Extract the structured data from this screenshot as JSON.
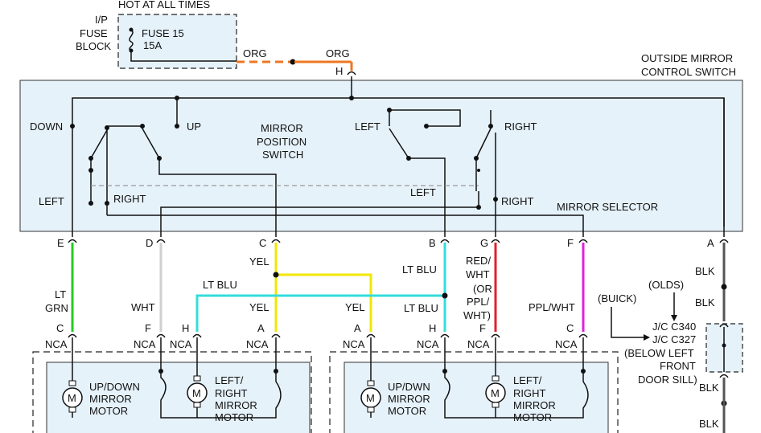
{
  "header": {
    "hot_at_all_times": "HOT AT ALL TIMES"
  },
  "fuse_block": {
    "lines": [
      "I/P",
      "FUSE",
      "BLOCK"
    ],
    "fuse_name": "FUSE 15",
    "fuse_rating": "15A"
  },
  "feed_wire": {
    "left_color": "ORG",
    "right_color": "ORG",
    "terminal": "H"
  },
  "control_switch": {
    "title_line1": "OUTSIDE MIRROR",
    "title_line2": "CONTROL SWITCH",
    "down": "DOWN",
    "up": "UP",
    "position_switch": [
      "MIRROR",
      "POSITION",
      "SWITCH"
    ],
    "left_top": "LEFT",
    "right_top": "RIGHT",
    "left_mid": "LEFT",
    "left_bottom": "LEFT",
    "right_bottom_left": "RIGHT",
    "right_bottom": "RIGHT",
    "mirror_selector": "MIRROR SELECTOR"
  },
  "switch_terminals": [
    "E",
    "D",
    "C",
    "B",
    "G",
    "F",
    "A"
  ],
  "wire_labels": {
    "lt": "LT",
    "grn": "GRN",
    "wht": "WHT",
    "yel_top": "YEL",
    "yel_mid": "YEL",
    "yel_right": "YEL",
    "lt_blu_cross": "LT BLU",
    "lt_blu_top": "LT BLU",
    "lt_blu_bottom": "LT BLU",
    "red_wht": [
      "RED/",
      "WHT",
      "(OR",
      "PPL/",
      "WHT)"
    ],
    "ppl_wht": "PPL/WHT",
    "blk1": "BLK",
    "blk2": "BLK",
    "blk3": "BLK",
    "blk4": "BLK"
  },
  "motor_terminals": {
    "left": [
      "C",
      "F",
      "H",
      "A"
    ],
    "right": [
      "A",
      "H",
      "F",
      "C"
    ]
  },
  "nca": "NCA",
  "left_mirror": {
    "updown": [
      "UP/DOWN",
      "MIRROR",
      "MOTOR"
    ],
    "leftright": [
      "LEFT/",
      "RIGHT",
      "MIRROR",
      "MOTOR"
    ],
    "m": "M"
  },
  "right_mirror": {
    "updown": [
      "UP/DWN",
      "MIRROR",
      "MOTOR"
    ],
    "leftright": [
      "LEFT/",
      "RIGHT",
      "MIRROR",
      "MOTOR"
    ],
    "m": "M"
  },
  "ground": {
    "buick": "(BUICK)",
    "olds": "(OLDS)",
    "jc1": "J/C C340",
    "jc2": "J/C C327",
    "below": [
      "(BELOW LEFT",
      "FRONT",
      "DOOR SILL)"
    ]
  },
  "colors": {
    "orange": "#ee7722",
    "green": "#22cc22",
    "white_wire": "#cfcfcf",
    "yellow": "#f2e600",
    "light_blue": "#33dddd",
    "red": "#e0202a",
    "purple": "#dd22dd",
    "box_fill": "#e6f2fa"
  }
}
